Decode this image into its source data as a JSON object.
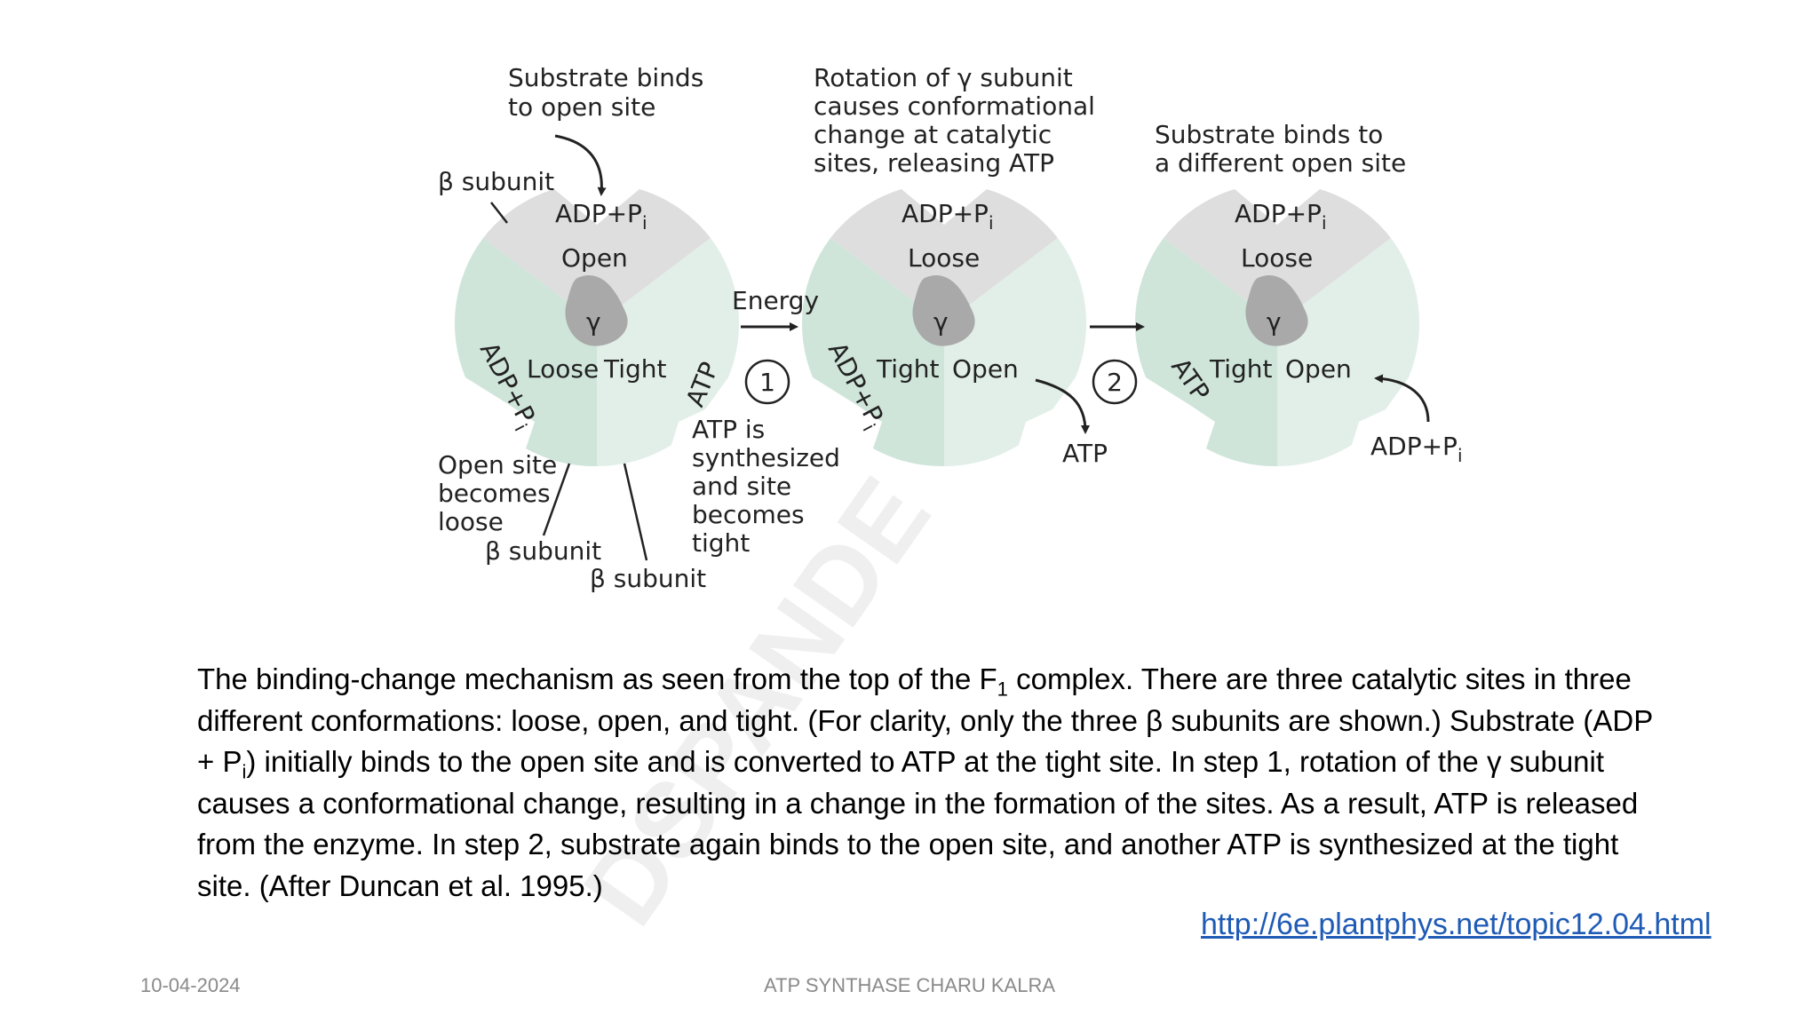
{
  "diagram": {
    "watermark": "DSPANDE",
    "callouts": {
      "substrate_binds_open": [
        "Substrate binds",
        "to open site"
      ],
      "rotation_gamma": [
        "Rotation of γ subunit",
        "causes conformational",
        "change at catalytic",
        "sites, releasing ATP"
      ],
      "substrate_binds_different": [
        "Substrate binds to",
        "a different open site"
      ],
      "beta_subunit_top": "β subunit",
      "open_becomes_loose": [
        "Open site",
        "becomes",
        "loose"
      ],
      "beta_subunit_1": "β subunit",
      "beta_subunit_2": "β subunit",
      "atp_synthesized": [
        "ATP is",
        "synthesized",
        "and site",
        "becomes",
        "tight"
      ],
      "energy": "Energy",
      "step1": "1",
      "step2": "2",
      "atp_released": "ATP",
      "adp_pi_incoming": "ADP+P",
      "adp_pi_incoming_sub": "i"
    },
    "states": [
      {
        "top_label": "ADP+P",
        "top_sub": "i",
        "top_site": "Open",
        "gamma": "γ",
        "left_site": "Loose",
        "right_site": "Tight",
        "left_rot": "ADP+P",
        "left_rot_sub": "i",
        "right_rot": "ATP"
      },
      {
        "top_label": "ADP+P",
        "top_sub": "i",
        "top_site": "Loose",
        "gamma": "γ",
        "left_site": "Tight",
        "right_site": "Open",
        "left_rot": "ADP+P",
        "left_rot_sub": "i"
      },
      {
        "top_label": "ADP+P",
        "top_sub": "i",
        "top_site": "Loose",
        "gamma": "γ",
        "left_site": "Tight",
        "right_site": "Open",
        "left_rot": "ATP"
      }
    ]
  },
  "caption": {
    "p1": "The binding-change mechanism as seen from the top of the F",
    "sub1": "1",
    "p2": " complex. There are three catalytic sites in three different conformations: loose, open, and tight. (For clarity, only the three β subunits are shown.) Substrate (ADP + P",
    "sub2": "i",
    "p3": ") initially binds to the open site and is converted to ATP at the tight site. In step 1, rotation of the γ subunit causes a conformational change, resulting in a change in the formation of the sites. As a result, ATP is released from the enzyme. In step 2, substrate again binds to the open site, and another ATP is synthesized at the tight site. (After Duncan et al. 1995.)"
  },
  "link": "http://6e.plantphys.net/topic12.04.html",
  "footer": {
    "date": "10-04-2024",
    "title": "ATP SYNTHASE CHARU KALRA"
  },
  "colors": {
    "sector_gray": "#dedede",
    "sector_green_left": "#cfe5da",
    "sector_green_right": "#e2efe8",
    "gamma": "#a9a9a9",
    "link": "#1f5bb5"
  }
}
